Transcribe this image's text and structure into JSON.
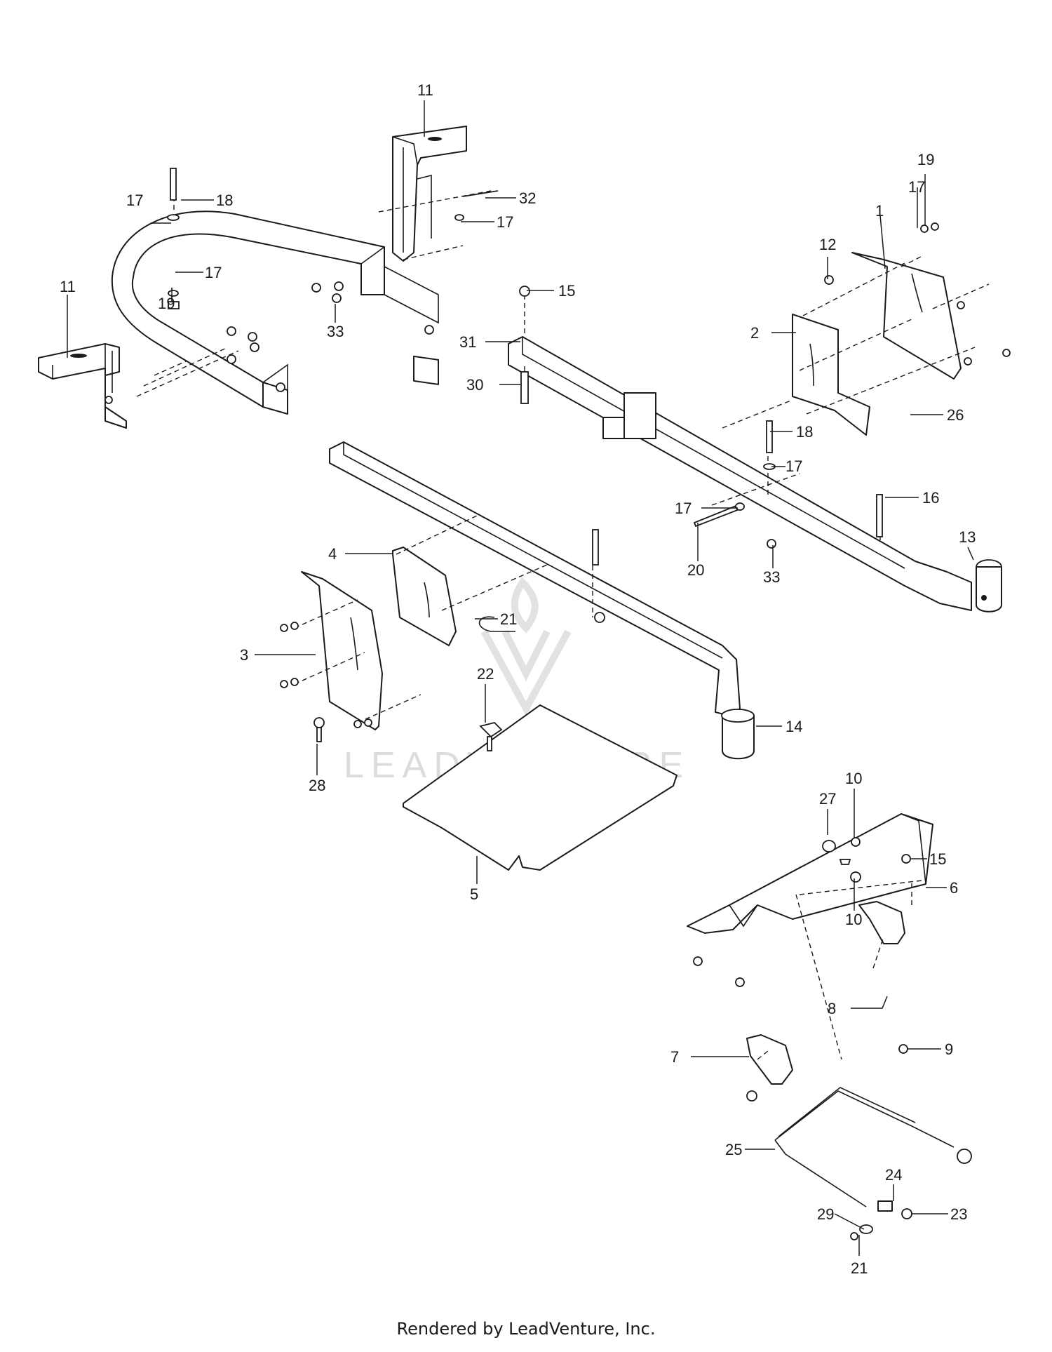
{
  "watermark": {
    "text": "LEADVENTURE"
  },
  "footer": {
    "text": "Rendered by LeadVenture, Inc."
  },
  "callouts": {
    "c11a": "11",
    "c11b": "11",
    "c18a": "18",
    "c17a": "17",
    "c32": "32",
    "c17b": "17",
    "c17c": "17",
    "c19a": "19",
    "c33a": "33",
    "c19b": "19",
    "c17d": "17",
    "c12": "12",
    "c1": "1",
    "c15a": "15",
    "c31": "31",
    "c2": "2",
    "c30": "30",
    "c26": "26",
    "c18b": "18",
    "c17e": "17",
    "c17f": "17",
    "c16": "16",
    "c13": "13",
    "c20": "20",
    "c33b": "33",
    "c4": "4",
    "c21a": "21",
    "c3": "3",
    "c22": "22",
    "c14": "14",
    "c28": "28",
    "c10a": "10",
    "c27": "27",
    "c15b": "15",
    "c6": "6",
    "c5": "5",
    "c10b": "10",
    "c8": "8",
    "c7": "7",
    "c9": "9",
    "c25": "25",
    "c24": "24",
    "c29": "29",
    "c23": "23",
    "c21b": "21"
  }
}
